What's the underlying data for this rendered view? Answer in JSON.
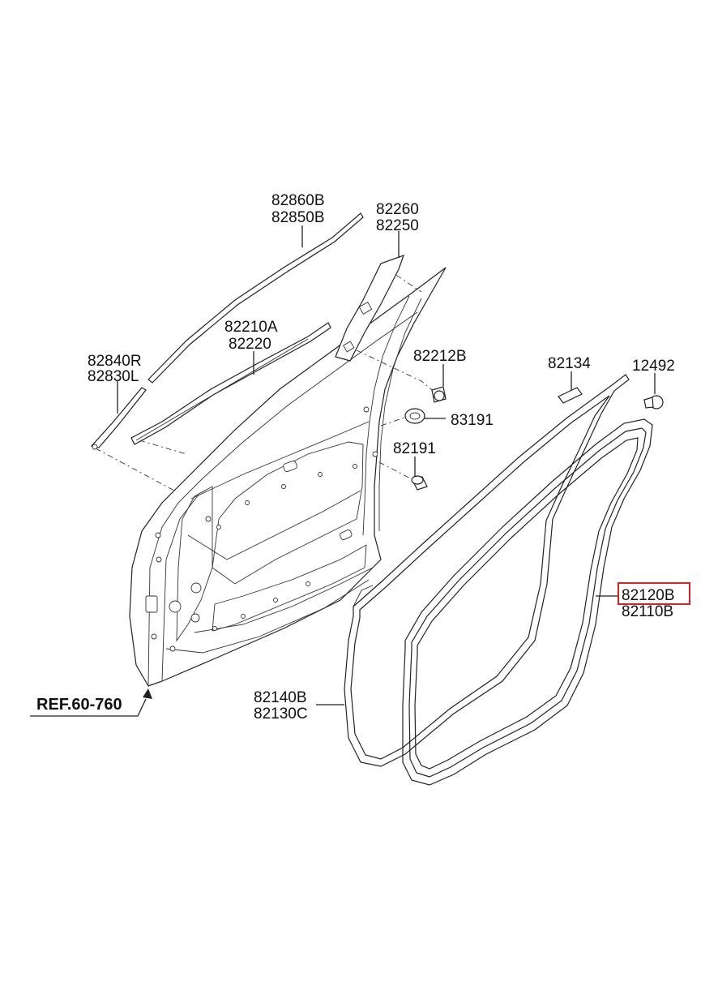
{
  "reference_label": "REF.60-760",
  "highlight_color": "#e02020",
  "parts": [
    {
      "id": "p_82860B",
      "number": "82860B"
    },
    {
      "id": "p_82850B",
      "number": "82850B"
    },
    {
      "id": "p_82260",
      "number": "82260"
    },
    {
      "id": "p_82250",
      "number": "82250"
    },
    {
      "id": "p_82210A",
      "number": "82210A"
    },
    {
      "id": "p_82220",
      "number": "82220"
    },
    {
      "id": "p_82840R",
      "number": "82840R"
    },
    {
      "id": "p_82830L",
      "number": "82830L"
    },
    {
      "id": "p_82212B",
      "number": "82212B"
    },
    {
      "id": "p_83191",
      "number": "83191"
    },
    {
      "id": "p_82191",
      "number": "82191"
    },
    {
      "id": "p_82134",
      "number": "82134"
    },
    {
      "id": "p_12492",
      "number": "12492"
    },
    {
      "id": "p_82120B",
      "number": "82120B",
      "highlighted": true
    },
    {
      "id": "p_82110B",
      "number": "82110B"
    },
    {
      "id": "p_82140B",
      "number": "82140B"
    },
    {
      "id": "p_82130C",
      "number": "82130C"
    }
  ]
}
